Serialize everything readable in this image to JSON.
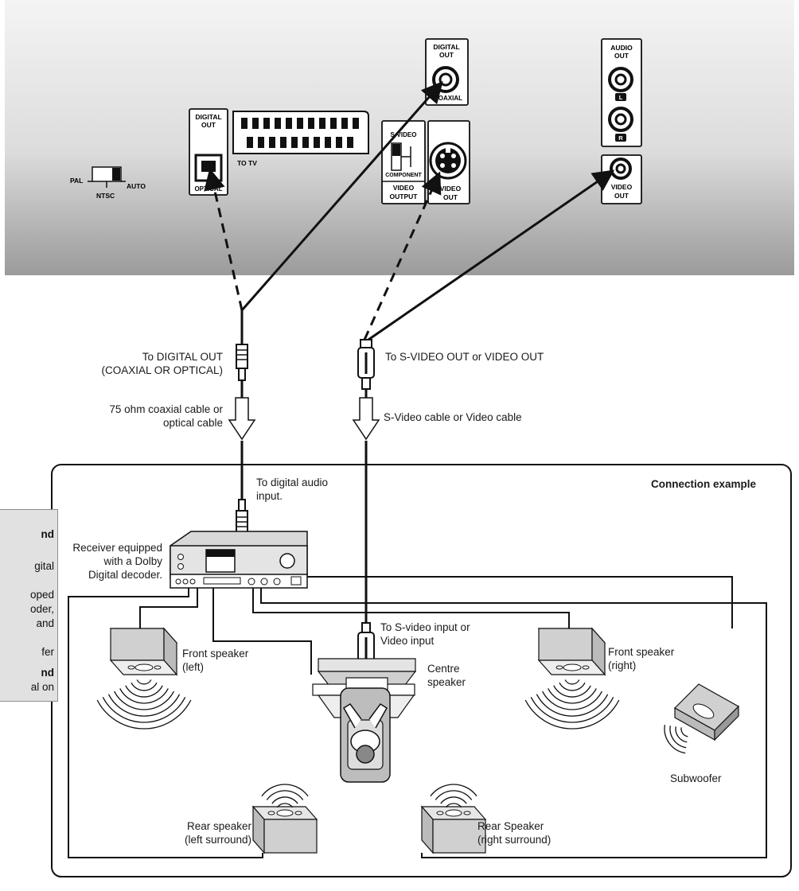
{
  "panel": {
    "digital_out_optical": {
      "line1": "DIGITAL",
      "line2": "OUT",
      "port": "OPTICAL"
    },
    "scart_label": "TO TV",
    "digital_out_coaxial": {
      "line1": "DIGITAL",
      "line2": "OUT",
      "port": "COAXIAL"
    },
    "svideo_switch": {
      "top": "S-VIDEO",
      "bottom": "COMPONENT"
    },
    "video_output": {
      "line1": "VIDEO",
      "line2": "OUTPUT"
    },
    "svideo_video_out": {
      "line1": "VIDEO",
      "line2": "OUT"
    },
    "audio_out": {
      "line1": "AUDIO",
      "line2": "OUT",
      "left": "L",
      "right": "R"
    },
    "video_out": {
      "line1": "VIDEO",
      "line2": "OUT"
    },
    "tv_switch": {
      "pal": "PAL",
      "ntsc": "NTSC",
      "auto": "AUTO"
    }
  },
  "labels": {
    "to_digital_out": [
      "To DIGITAL OUT",
      "(COAXIAL OR OPTICAL)"
    ],
    "coax_cable": [
      "75 ohm coaxial cable or",
      "optical cable"
    ],
    "to_svideo_out": "To S-VIDEO OUT or VIDEO OUT",
    "svideo_cable": "S-Video cable or Video cable",
    "to_digital_audio": [
      "To digital audio",
      "input."
    ],
    "connection_example": "Connection example",
    "receiver": [
      "Receiver equipped",
      "with a Dolby",
      "Digital decoder."
    ],
    "to_svideo_input": [
      "To S-video input or",
      "Video input"
    ],
    "front_left": [
      "Front speaker",
      "(left)"
    ],
    "centre": [
      "Centre",
      "speaker"
    ],
    "front_right": [
      "Front speaker",
      "(right)"
    ],
    "subwoofer": "Subwoofer",
    "rear_left": [
      "Rear speaker",
      "(left surround)"
    ],
    "rear_right": [
      "Rear Speaker",
      "(right surround)"
    ]
  },
  "side_note": [
    "nd",
    "",
    "gital",
    "",
    "oped",
    "oder,",
    "and",
    "",
    "fer",
    "",
    "nd",
    "al on"
  ],
  "colors": {
    "panel_top": "#f2f2f2",
    "panel_bottom": "#9e9e9e",
    "side_box": "#e1e1e1",
    "device": "#d4d4d4",
    "line": "#111111"
  }
}
